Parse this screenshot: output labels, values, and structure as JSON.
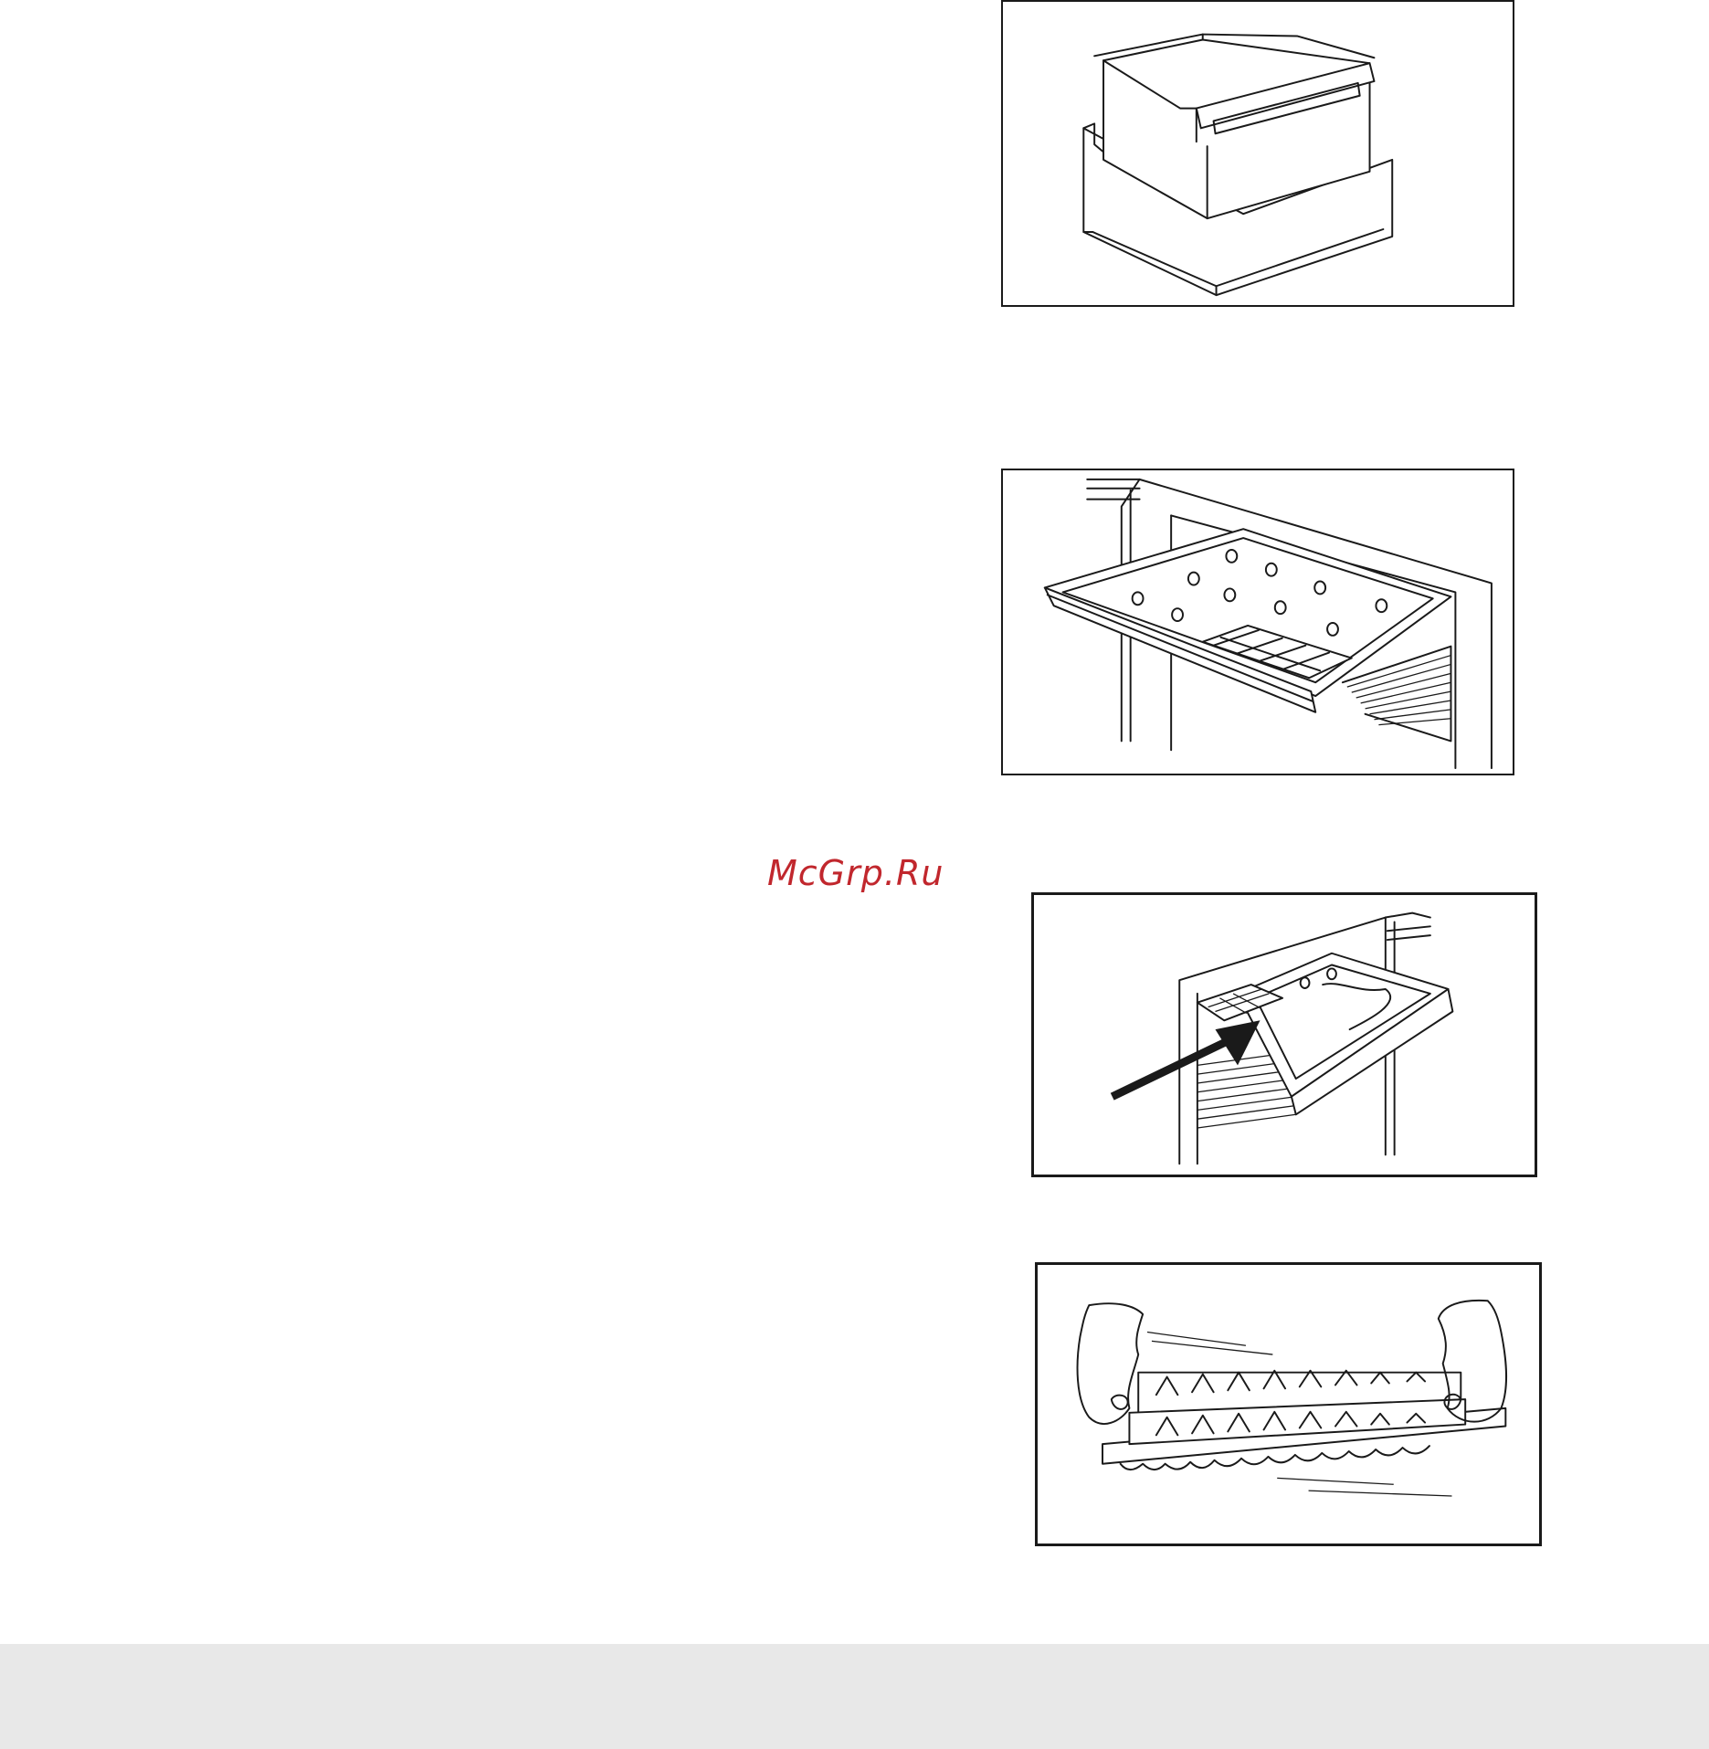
{
  "figures": [
    {
      "icon": "vegetable-crisper-drawer"
    },
    {
      "icon": "freezer-tray-pulled-out"
    },
    {
      "icon": "freezer-tray-insert-arrow"
    },
    {
      "icon": "hands-twisting-ice-tray"
    }
  ],
  "watermark": {
    "text": "McGrp.Ru",
    "color": "#c1272d"
  },
  "footer": {
    "background": "#e8e8e8"
  }
}
